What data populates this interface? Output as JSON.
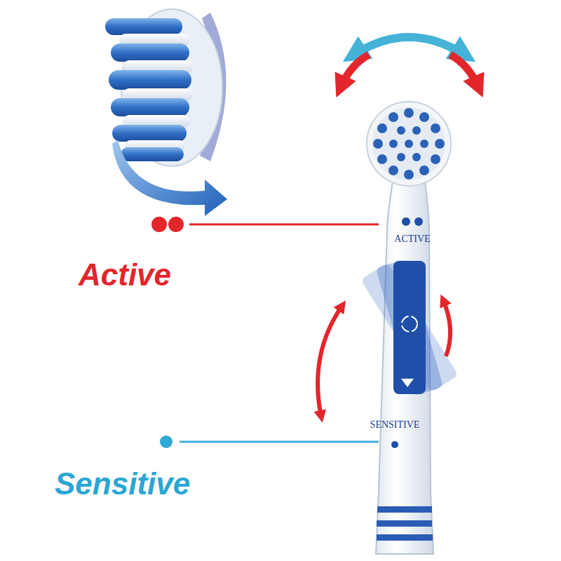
{
  "diagram": {
    "labels": [
      "ACTIVE",
      "Active",
      "SENSITIVE",
      "Sensitive"
    ]
  }
}
